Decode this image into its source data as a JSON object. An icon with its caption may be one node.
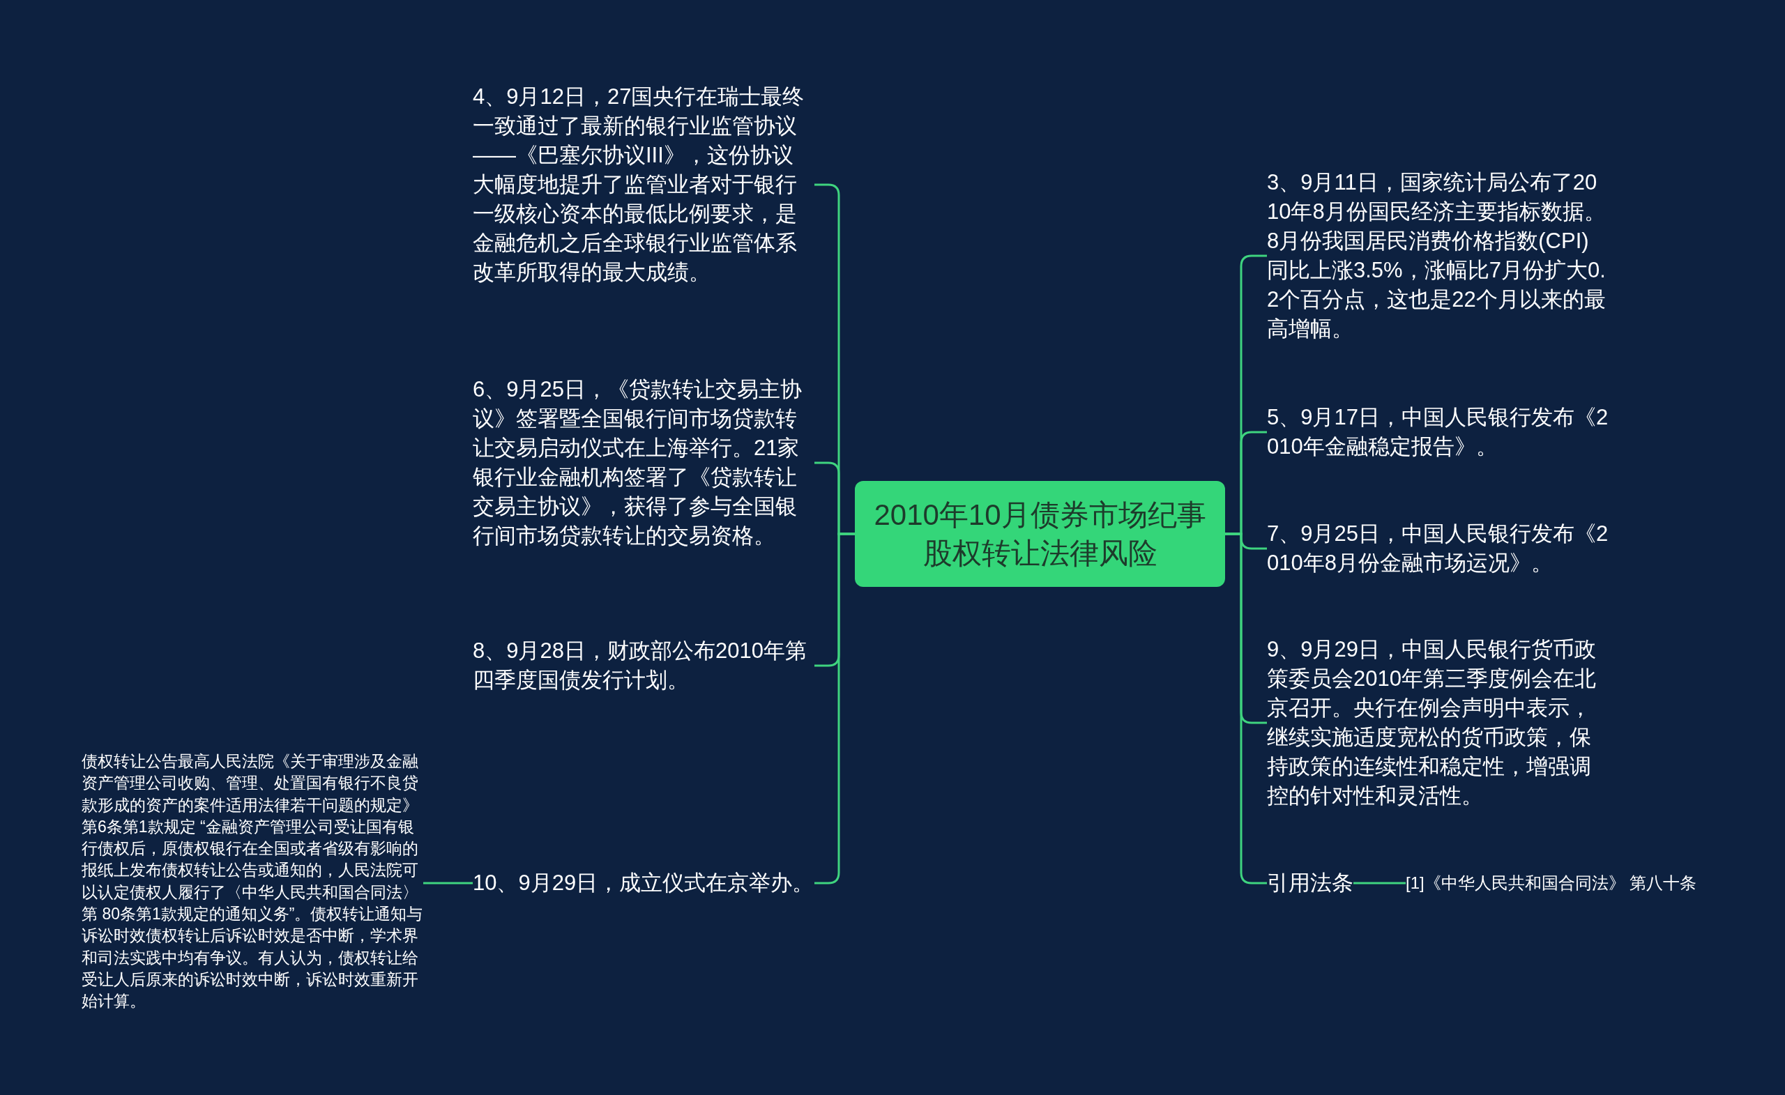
{
  "diagram": {
    "nodes": [
      {
        "text": [
          "2010年10月债券市场纪事股权转让法律风险"
        ]
      },
      {
        "text": [
          "4、9月12日，27国央行在瑞士最终一致通过了最新的银行业监管协议——《巴塞尔协议III》，这份协议大幅度地提升了监管业者对于银行一级核心资本的最低比例要求，是金融危机之后全球银行业监管体系改革所取得的最大成绩。"
        ]
      },
      {
        "text": [
          "6、9月25日，《贷款转让交易主协议》签署暨全国银行间市场贷款转让交易启动仪式在上海举行。21家银行业金融机构签署了《贷款转让交易主协议》，获得了参与全国银行间市场贷款转让的交易资格。"
        ]
      },
      {
        "text": [
          "8、9月28日，财政部公布2010年第四季度国债发行计划。"
        ]
      },
      {
        "text": [
          "10、9月29日，成立仪式在京举办。"
        ]
      },
      {
        "text": [
          "债权转让公告最高人民法院《关于审理涉及金融资产管理公司收购、管理、处置国有银行不良贷款形成的资产的案件适用法律若干问题的规定》第6条第1款规定 “金融资产管理公司受让国有银行债权后，原债权银行在全国或者省级有影响的报纸上发布债权转让公告或通知的，人民法院可以认定债权人履行了〈中华人民共和国合同法〉第 80条第1款规定的通知义务”。债权转让通知与诉讼时效债权转让后诉讼时效是否中断，学术界和司法实践中均有争议。有人认为，债权转让给受让人后原来的诉讼时效中断，诉讼时效重新开始计算。"
        ]
      },
      {
        "text": [
          "3、9月11日，国家统计局公布了2010年8月份国民经济主要指标数据。8月份我国居民消费价格指数(CPI)同比上涨3.5%，涨幅比7月份扩大0.2个百分点，这也是22个月以来的最高增幅。"
        ]
      },
      {
        "text": [
          "5、9月17日，中国人民银行发布《2010年金融稳定报告》。"
        ]
      },
      {
        "text": [
          "7、9月25日，中国人民银行发布《2010年8月份金融市场运况》。"
        ]
      },
      {
        "text": [
          "9、9月29日，中国人民银行货币政策委员会2010年第三季度例会在北京召开。央行在例会声明中表示，继续实施适度宽松的货币政策，保持政策的连续性和稳定性，增强调控的针对性和灵活性。"
        ]
      },
      {
        "text": [
          "引用法条"
        ]
      },
      {
        "text": [
          "[1]《中华人民共和国合同法》 第八十条"
        ]
      }
    ],
    "edges": [
      {
        "from": 0,
        "to": 1,
        "arrow": "none"
      },
      {
        "from": 0,
        "to": 2,
        "arrow": "none"
      },
      {
        "from": 0,
        "to": 3,
        "arrow": "none"
      },
      {
        "from": 0,
        "to": 4,
        "arrow": "none"
      },
      {
        "from": 4,
        "to": 5,
        "arrow": "none"
      },
      {
        "from": 0,
        "to": 6,
        "arrow": "none"
      },
      {
        "from": 0,
        "to": 7,
        "arrow": "none"
      },
      {
        "from": 0,
        "to": 8,
        "arrow": "none"
      },
      {
        "from": 0,
        "to": 9,
        "arrow": "none"
      },
      {
        "from": 0,
        "to": 10,
        "arrow": "none"
      },
      {
        "from": 10,
        "to": 11,
        "arrow": "none"
      }
    ]
  }
}
